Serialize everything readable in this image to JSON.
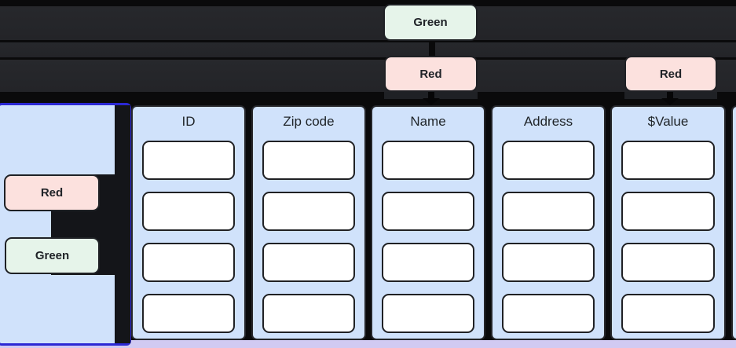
{
  "colors": {
    "background": "#0a0a0b",
    "storage_bar": "#25262a",
    "panel_blue": "#d0e2fb",
    "panel_border": "#25262a",
    "accent_blue_border": "#2b28d4",
    "lavender_strip": "#d1caf2",
    "badge_green_bg": "#e6f4ea",
    "badge_red_bg": "#fce1de",
    "badge_border": "#1f2125",
    "cell_bg": "#ffffff",
    "text_dark": "#202328"
  },
  "top_badges": {
    "green": {
      "label": "Green"
    },
    "red_center": {
      "label": "Red"
    },
    "red_right": {
      "label": "Red"
    }
  },
  "left_card_badges": {
    "red": {
      "label": "Red"
    },
    "green": {
      "label": "Green"
    }
  },
  "table": {
    "columns": [
      {
        "header": "ID"
      },
      {
        "header": "Zip code"
      },
      {
        "header": "Name"
      },
      {
        "header": "Address"
      },
      {
        "header": "$Value"
      }
    ],
    "rows_per_column": 4
  },
  "icons": [
    "arrow-down-icon",
    "arrow-down-icon"
  ]
}
